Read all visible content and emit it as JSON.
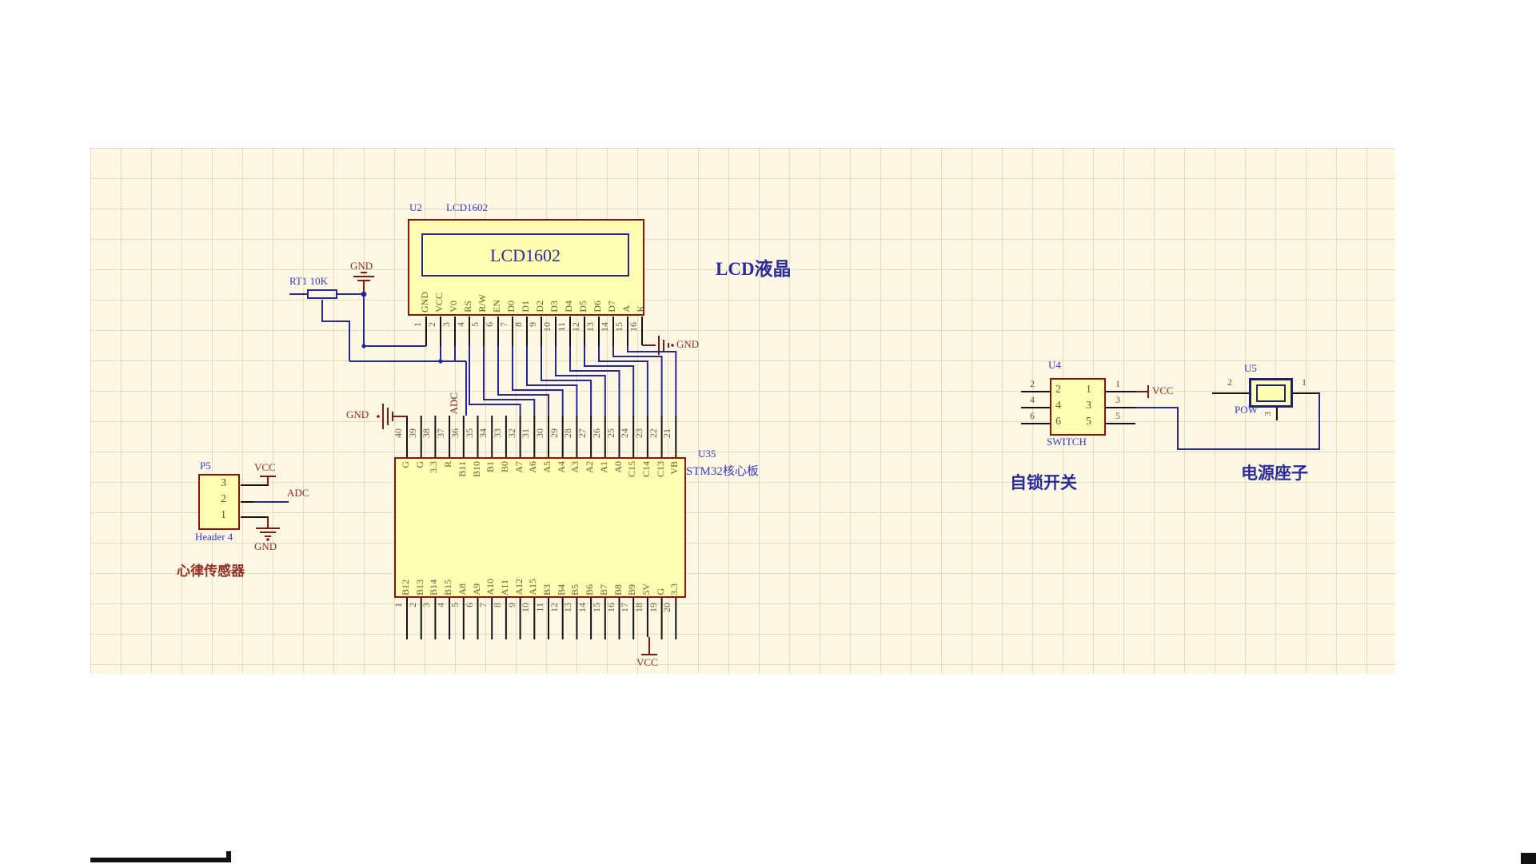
{
  "colors": {
    "canvas_bg": "#FCF8E4",
    "grid_line": "rgba(200,185,140,0.45)",
    "part_fill": "#FFFFB3",
    "part_border": "#8C140A",
    "wire_blue": "#26269C",
    "pin_black": "#141414",
    "pin_text_olive": "#5E5E2E",
    "designator_blue": "#3737C8",
    "annotation_navy": "#2B2B9E",
    "net_label_red": "#8F2A1E",
    "annotation_red": "#93302A",
    "jack_border_navy": "#20207A"
  },
  "lcd": {
    "designator": "U2",
    "part": "LCD1602",
    "display_text": "LCD1602",
    "annotation": "LCD液晶",
    "pin_names": [
      "GND",
      "VCC",
      "V0",
      "RS",
      "R/W",
      "EN",
      "D0",
      "D1",
      "D2",
      "D3",
      "D4",
      "D5",
      "D6",
      "D7",
      "A",
      "K"
    ],
    "pin_numbers": [
      "1",
      "2",
      "3",
      "4",
      "5",
      "6",
      "7",
      "8",
      "9",
      "10",
      "11",
      "12",
      "13",
      "14",
      "15",
      "16"
    ],
    "gnd_top_label": "GND",
    "gnd_right_label": "GND"
  },
  "pot": {
    "designator_value": "RT1 10K"
  },
  "mcu": {
    "designator": "U35",
    "part": "STM32核心板",
    "top_numbers": [
      "40",
      "39",
      "38",
      "37",
      "36",
      "35",
      "34",
      "33",
      "32",
      "31",
      "30",
      "29",
      "28",
      "27",
      "26",
      "25",
      "24",
      "23",
      "22",
      "21"
    ],
    "top_names": [
      "G",
      "G",
      "3.3",
      "R",
      "B11",
      "B10",
      "B1",
      "B0",
      "A7",
      "A6",
      "A5",
      "A4",
      "A3",
      "A2",
      "A1",
      "A0",
      "C15",
      "C14",
      "C13",
      "VB"
    ],
    "bottom_numbers": [
      "1",
      "2",
      "3",
      "4",
      "5",
      "6",
      "7",
      "8",
      "9",
      "10",
      "11",
      "12",
      "13",
      "14",
      "15",
      "16",
      "17",
      "18",
      "19",
      "20"
    ],
    "bottom_names": [
      "B12",
      "B13",
      "B14",
      "B15",
      "A8",
      "A9",
      "A10",
      "A11",
      "A12",
      "A15",
      "B3",
      "B4",
      "B5",
      "B6",
      "B7",
      "B8",
      "B9",
      "5V",
      "G",
      "3.3"
    ],
    "gnd_label": "GND",
    "adc_label": "ADC",
    "vcc_label": "VCC"
  },
  "sensor": {
    "designator": "P5",
    "part": "Header 4",
    "pins": [
      "3",
      "2",
      "1"
    ],
    "vcc_label": "VCC",
    "adc_label": "ADC",
    "gnd_label": "GND",
    "annotation": "心律传感器"
  },
  "sw": {
    "designator": "U4",
    "part": "SWITCH",
    "outer_left": [
      "2",
      "4",
      "6"
    ],
    "outer_right": [
      "1",
      "3",
      "5"
    ],
    "inner_left": [
      "2",
      "4",
      "6"
    ],
    "inner_right": [
      "1",
      "3",
      "5"
    ],
    "vcc_label": "VCC",
    "annotation": "自锁开关"
  },
  "jack": {
    "designator": "U5",
    "part": "POW",
    "pin_left": "2",
    "pin_right": "1",
    "pin_bottom": "3",
    "annotation": "电源座子"
  }
}
